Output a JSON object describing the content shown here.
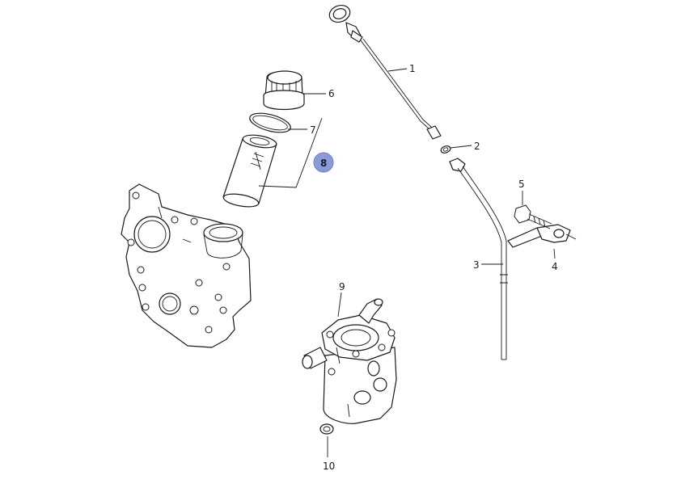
{
  "diagram": {
    "callouts": [
      {
        "id": "1",
        "label": "1"
      },
      {
        "id": "2",
        "label": "2"
      },
      {
        "id": "3",
        "label": "3"
      },
      {
        "id": "4",
        "label": "4"
      },
      {
        "id": "5",
        "label": "5"
      },
      {
        "id": "6",
        "label": "6"
      },
      {
        "id": "7",
        "label": "7"
      },
      {
        "id": "8",
        "label": "8",
        "highlighted": true
      },
      {
        "id": "9",
        "label": "9"
      },
      {
        "id": "10",
        "label": "10"
      }
    ],
    "colors": {
      "line": "#1a1a1a",
      "highlight": "#8a9bd6",
      "background": "#ffffff"
    }
  }
}
